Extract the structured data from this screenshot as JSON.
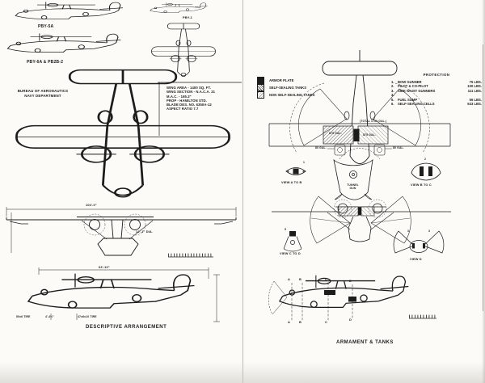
{
  "document": {
    "left_caption": "DESCRIPTIVE ARRANGEMENT",
    "right_caption": "ARMAMENT & TANKS"
  },
  "left_page": {
    "aircraft_labels": {
      "top": "PBY-5A",
      "middle": "PBY-6A & PB2B-2",
      "small": "PBY-1"
    },
    "agency": {
      "line1": "BUREAU OF AERONAUTICS",
      "line2": "NAVY DEPARTMENT"
    },
    "specs": [
      "WING AREA - 1400 SQ. FT.",
      "WING SECTION - N.A.C.A. 21",
      "M.A.C. - 165.3\"",
      "PROP - HAMILTON STD.",
      "BLADE DES. NO. 6350A-12",
      "ASPECT RATIO 7.7"
    ],
    "dimensions": {
      "span": "104'-0\"",
      "prop_dia": "12'-1\" DIA.",
      "length": "63'-10\"",
      "tire_nose": "50x6 TIRE",
      "gear_width": "4'-4½\"",
      "tire_main": "47x6x10 TIRE"
    }
  },
  "right_page": {
    "legend": {
      "items": [
        {
          "label": "ARMOR PLATE"
        },
        {
          "label": "SELF-SEALING TANKS"
        },
        {
          "label": "NON SELF-SEALING TANKS"
        }
      ]
    },
    "protection": {
      "title": "PROTECTION",
      "rows": [
        {
          "num": "1.",
          "item": "BOW GUNNER",
          "weight": "75  LBS."
        },
        {
          "num": "2.",
          "item": "PILOT & CO-PILOT",
          "weight": "100  LBS."
        },
        {
          "num": "3.",
          "item": "SIDE WAIST GUNNERS",
          "weight": "111  LBS."
        },
        {
          "num": "4.",
          "item": "",
          "weight": ""
        },
        {
          "num": "5.",
          "item": "FUEL SUMP",
          "weight": "56  LBS."
        },
        {
          "num": "6.",
          "item": "SELF-SEALING CELLS",
          "weight": "533  LBS."
        }
      ]
    },
    "tanks": {
      "total": "(TOTAL 1750 GAL.)",
      "left_main": "875 GAL.",
      "right_main": "875 GAL.",
      "left_aux": "80 GAL.",
      "right_aux": "80 GAL.",
      "tunnel": "TUNNEL GUN"
    },
    "views": {
      "ab": "VIEW A TO B",
      "bc": "VIEW B TO C",
      "cd": "VIEW C TO D",
      "d": "VIEW D"
    },
    "view_numbers": {
      "ab": "1",
      "bc": "2",
      "cd": "5",
      "d": "3"
    },
    "sections": [
      "A",
      "B",
      "C",
      "D"
    ]
  }
}
